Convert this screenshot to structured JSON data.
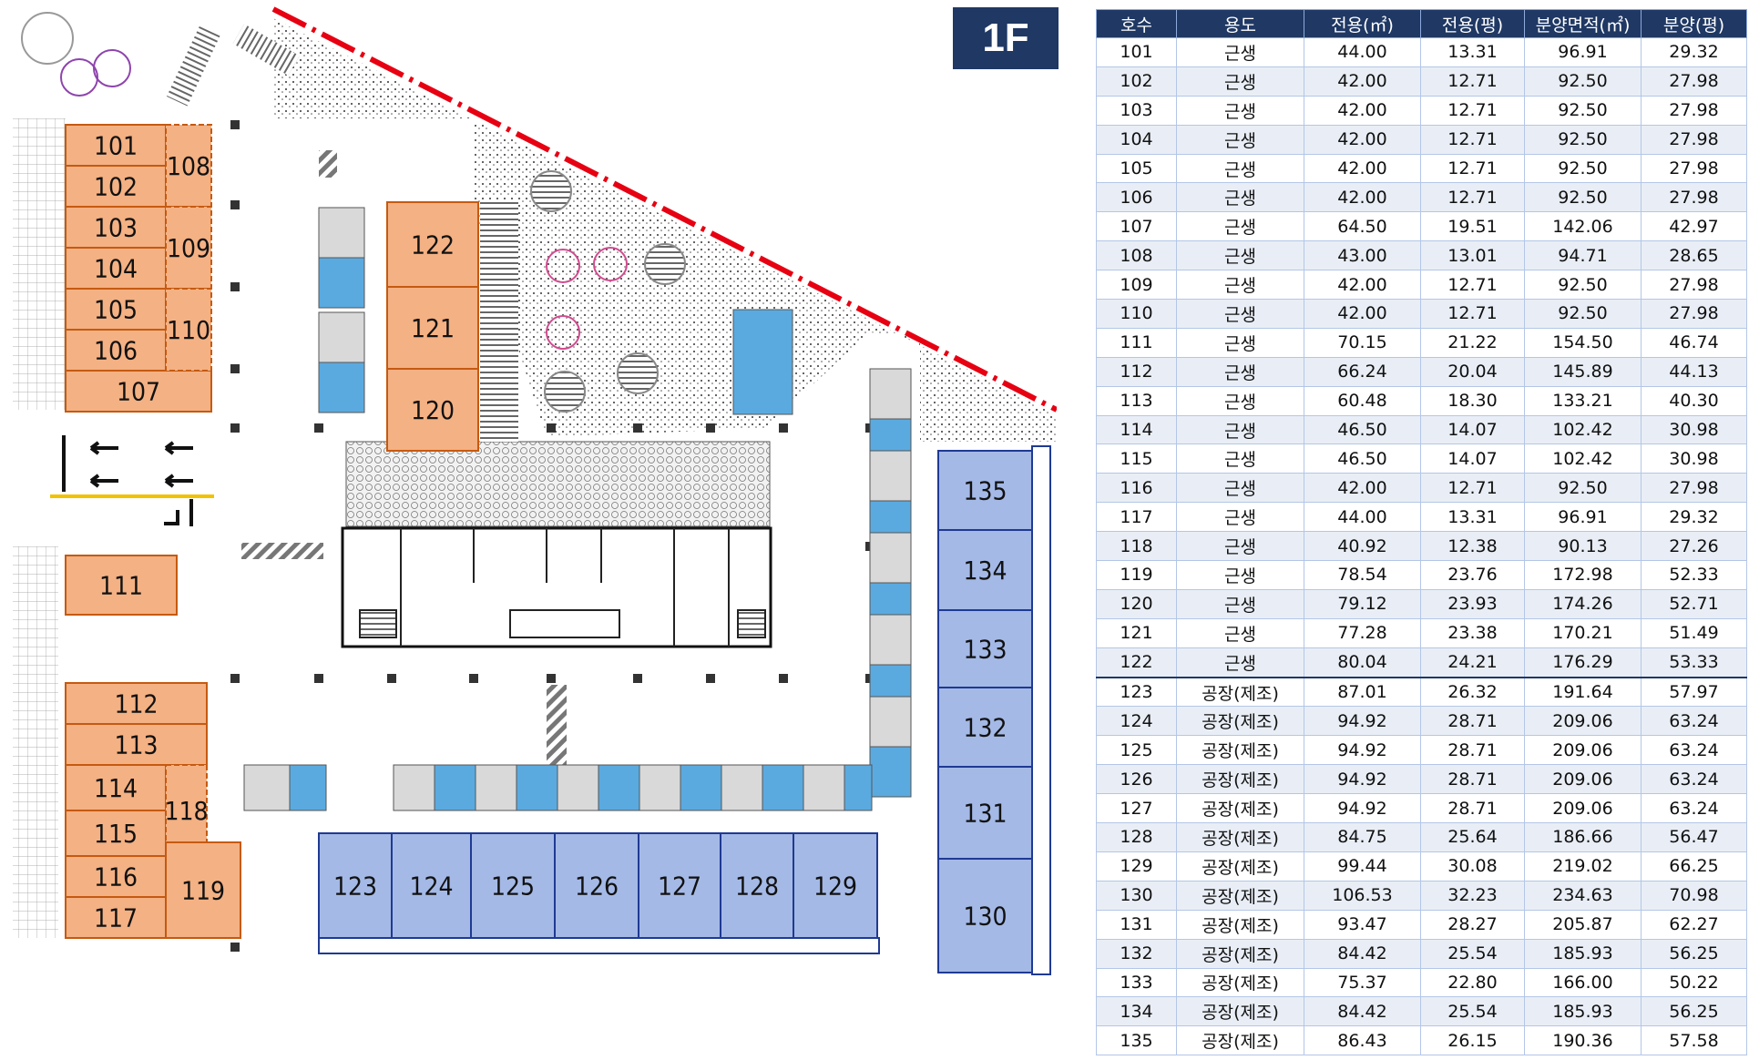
{
  "floor_label": "1F",
  "colors": {
    "retail_unit": "#f4b183",
    "retail_border": "#c55a11",
    "factory_unit": "#a4b9e6",
    "factory_border": "#1f3a93",
    "parking_blue": "#5aaae0",
    "header_navy": "#1f3864",
    "boundary_red": "#e60012"
  },
  "table": {
    "headers": [
      "호수",
      "용도",
      "전용(㎡)",
      "전용(평)",
      "분양면적(㎡)",
      "분양(평)"
    ],
    "rows": [
      [
        "101",
        "근생",
        "44.00",
        "13.31",
        "96.91",
        "29.32"
      ],
      [
        "102",
        "근생",
        "42.00",
        "12.71",
        "92.50",
        "27.98"
      ],
      [
        "103",
        "근생",
        "42.00",
        "12.71",
        "92.50",
        "27.98"
      ],
      [
        "104",
        "근생",
        "42.00",
        "12.71",
        "92.50",
        "27.98"
      ],
      [
        "105",
        "근생",
        "42.00",
        "12.71",
        "92.50",
        "27.98"
      ],
      [
        "106",
        "근생",
        "42.00",
        "12.71",
        "92.50",
        "27.98"
      ],
      [
        "107",
        "근생",
        "64.50",
        "19.51",
        "142.06",
        "42.97"
      ],
      [
        "108",
        "근생",
        "43.00",
        "13.01",
        "94.71",
        "28.65"
      ],
      [
        "109",
        "근생",
        "42.00",
        "12.71",
        "92.50",
        "27.98"
      ],
      [
        "110",
        "근생",
        "42.00",
        "12.71",
        "92.50",
        "27.98"
      ],
      [
        "111",
        "근생",
        "70.15",
        "21.22",
        "154.50",
        "46.74"
      ],
      [
        "112",
        "근생",
        "66.24",
        "20.04",
        "145.89",
        "44.13"
      ],
      [
        "113",
        "근생",
        "60.48",
        "18.30",
        "133.21",
        "40.30"
      ],
      [
        "114",
        "근생",
        "46.50",
        "14.07",
        "102.42",
        "30.98"
      ],
      [
        "115",
        "근생",
        "46.50",
        "14.07",
        "102.42",
        "30.98"
      ],
      [
        "116",
        "근생",
        "42.00",
        "12.71",
        "92.50",
        "27.98"
      ],
      [
        "117",
        "근생",
        "44.00",
        "13.31",
        "96.91",
        "29.32"
      ],
      [
        "118",
        "근생",
        "40.92",
        "12.38",
        "90.13",
        "27.26"
      ],
      [
        "119",
        "근생",
        "78.54",
        "23.76",
        "172.98",
        "52.33"
      ],
      [
        "120",
        "근생",
        "79.12",
        "23.93",
        "174.26",
        "52.71"
      ],
      [
        "121",
        "근생",
        "77.28",
        "23.38",
        "170.21",
        "51.49"
      ],
      [
        "122",
        "근생",
        "80.04",
        "24.21",
        "176.29",
        "53.33"
      ],
      [
        "123",
        "공장(제조)",
        "87.01",
        "26.32",
        "191.64",
        "57.97"
      ],
      [
        "124",
        "공장(제조)",
        "94.92",
        "28.71",
        "209.06",
        "63.24"
      ],
      [
        "125",
        "공장(제조)",
        "94.92",
        "28.71",
        "209.06",
        "63.24"
      ],
      [
        "126",
        "공장(제조)",
        "94.92",
        "28.71",
        "209.06",
        "63.24"
      ],
      [
        "127",
        "공장(제조)",
        "94.92",
        "28.71",
        "209.06",
        "63.24"
      ],
      [
        "128",
        "공장(제조)",
        "84.75",
        "25.64",
        "186.66",
        "56.47"
      ],
      [
        "129",
        "공장(제조)",
        "99.44",
        "30.08",
        "219.02",
        "66.25"
      ],
      [
        "130",
        "공장(제조)",
        "106.53",
        "32.23",
        "234.63",
        "70.98"
      ],
      [
        "131",
        "공장(제조)",
        "93.47",
        "28.27",
        "205.87",
        "62.27"
      ],
      [
        "132",
        "공장(제조)",
        "84.42",
        "25.54",
        "185.93",
        "56.25"
      ],
      [
        "133",
        "공장(제조)",
        "75.37",
        "22.80",
        "166.00",
        "50.22"
      ],
      [
        "134",
        "공장(제조)",
        "84.42",
        "25.54",
        "185.93",
        "56.25"
      ],
      [
        "135",
        "공장(제조)",
        "86.43",
        "26.15",
        "190.36",
        "57.58"
      ]
    ]
  },
  "plan": {
    "retail_units": [
      "101",
      "102",
      "103",
      "104",
      "105",
      "106",
      "107",
      "108",
      "109",
      "110",
      "111",
      "112",
      "113",
      "114",
      "115",
      "116",
      "117",
      "118",
      "119",
      "120",
      "121",
      "122"
    ],
    "factory_units": [
      "123",
      "124",
      "125",
      "126",
      "127",
      "128",
      "129",
      "130",
      "131",
      "132",
      "133",
      "134",
      "135"
    ]
  }
}
